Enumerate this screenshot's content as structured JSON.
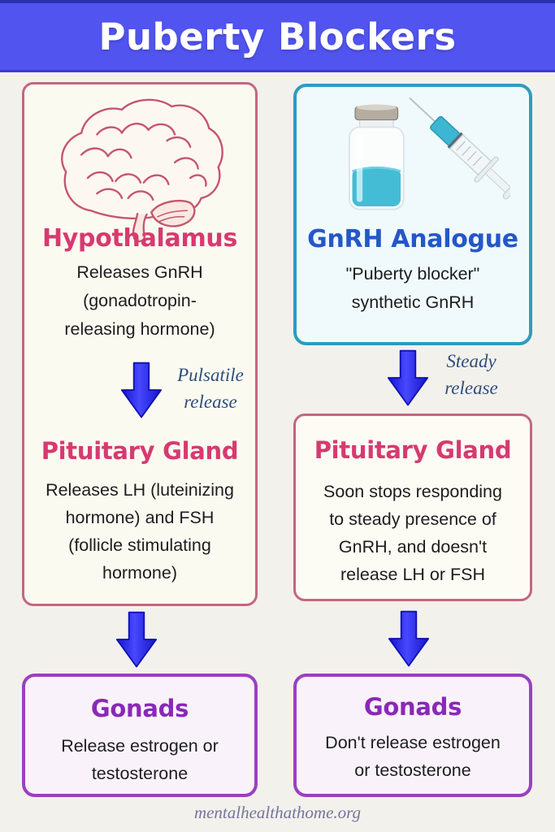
{
  "title": "Puberty Blockers",
  "left_column": {
    "hypothalamus_box": {
      "icon": "brain-illustration",
      "heading": "Hypothalamus",
      "body": "Releases GnRH\n(gonadotropin-\nreleasing hormone)",
      "arrow_label": "Pulsatile\nrelease",
      "pituitary_heading": "Pituitary Gland",
      "pituitary_body": "Releases LH (luteinizing\nhormone) and FSH\n(follicle stimulating\nhormone)"
    },
    "gonads_box": {
      "heading": "Gonads",
      "body": "Release estrogen or\ntestosterone"
    }
  },
  "right_column": {
    "gnrh_box": {
      "icon": "vial-and-syringe-illustration",
      "heading": "GnRH Analogue",
      "body": "\"Puberty blocker\"\nsynthetic GnRH"
    },
    "arrow_label": "Steady\nrelease",
    "pituitary_box": {
      "heading": "Pituitary Gland",
      "body": "Soon stops responding\nto steady presence of\nGnRH, and doesn't\nrelease LH or FSH"
    },
    "gonads_box": {
      "heading": "Gonads",
      "body": "Don't release estrogen\nor testosterone"
    }
  },
  "footer": {
    "watermark": "mentalhealthathome.org"
  },
  "icons": {
    "brain": "brain-icon",
    "vial_syringe": "vial-syringe-icon",
    "flow_arrow": "down-arrow-icon"
  },
  "colors": {
    "header_bg": "#5154ef",
    "header_text": "#ffffff",
    "page_bg": "#f2f1ec",
    "rose_border": "#c4667f",
    "teal_border": "#2d9cbe",
    "purple_border": "#9a40c0",
    "pink_heading": "#d63a70",
    "blue_heading": "#2457c8",
    "purple_heading": "#8a28b8",
    "arrow_blue": "#3a3af0",
    "arrow_label_blue": "#2f4e7d",
    "body_text": "#1d1d1f",
    "cream_box_bg": "#fbfaf1",
    "lightblue_box_bg": "#f0fafd",
    "lavender_box_bg": "#f9f2fa"
  }
}
